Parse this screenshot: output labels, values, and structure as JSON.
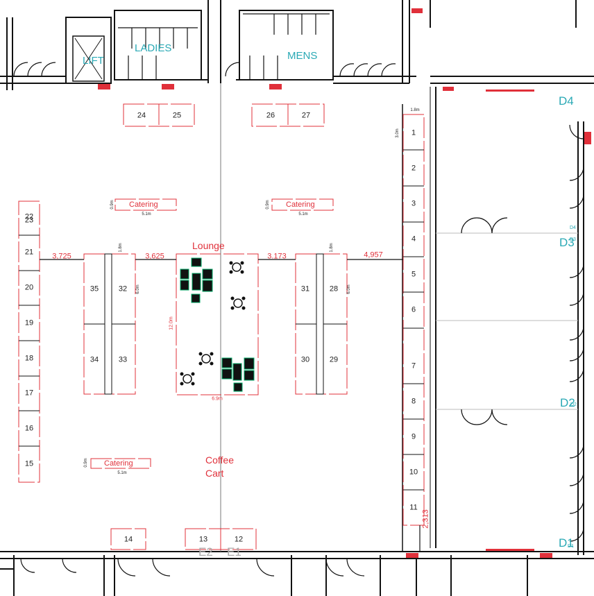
{
  "rooms": {
    "lift": "LIFT",
    "ladies": "LADIES",
    "mens": "MENS"
  },
  "doors": [
    "D4",
    "D3",
    "D2",
    "D1"
  ],
  "door_small": [
    "D4",
    "D3",
    "D2",
    "D1"
  ],
  "entrances": [
    "E2",
    "E1"
  ],
  "booths": {
    "top": [
      "24",
      "25",
      "26",
      "27"
    ],
    "left": [
      "23",
      "22",
      "21",
      "20",
      "19",
      "18",
      "17",
      "16",
      "15"
    ],
    "right": [
      "1",
      "2",
      "3",
      "4",
      "5",
      "6",
      "7",
      "8",
      "9",
      "10",
      "11"
    ],
    "bottom": [
      "14",
      "13",
      "12"
    ],
    "island_left": [
      "35",
      "32",
      "34",
      "33"
    ],
    "island_right": [
      "31",
      "28",
      "30",
      "29"
    ]
  },
  "areas": {
    "lounge": "Lounge",
    "coffee_cart_1": "Coffee",
    "coffee_cart_2": "Cart",
    "catering": "Catering"
  },
  "dimensions": {
    "gap_1": "3,725",
    "gap_2": "3,625",
    "gap_3": "3.173",
    "gap_4": "4,957",
    "gap_bottom": "2,313",
    "catering_width": "5.1m",
    "catering_depth": "0.9m",
    "island_width": "1.8m",
    "island_depth": "6.0m",
    "lounge_height": "12.0m",
    "lounge_width": "6.9m",
    "booth_width": "1.8m",
    "booth_depth": "3.0m"
  },
  "colors": {
    "booth_red": "#e0303a",
    "door_teal": "#2aa9b5",
    "wall": "#111111"
  }
}
